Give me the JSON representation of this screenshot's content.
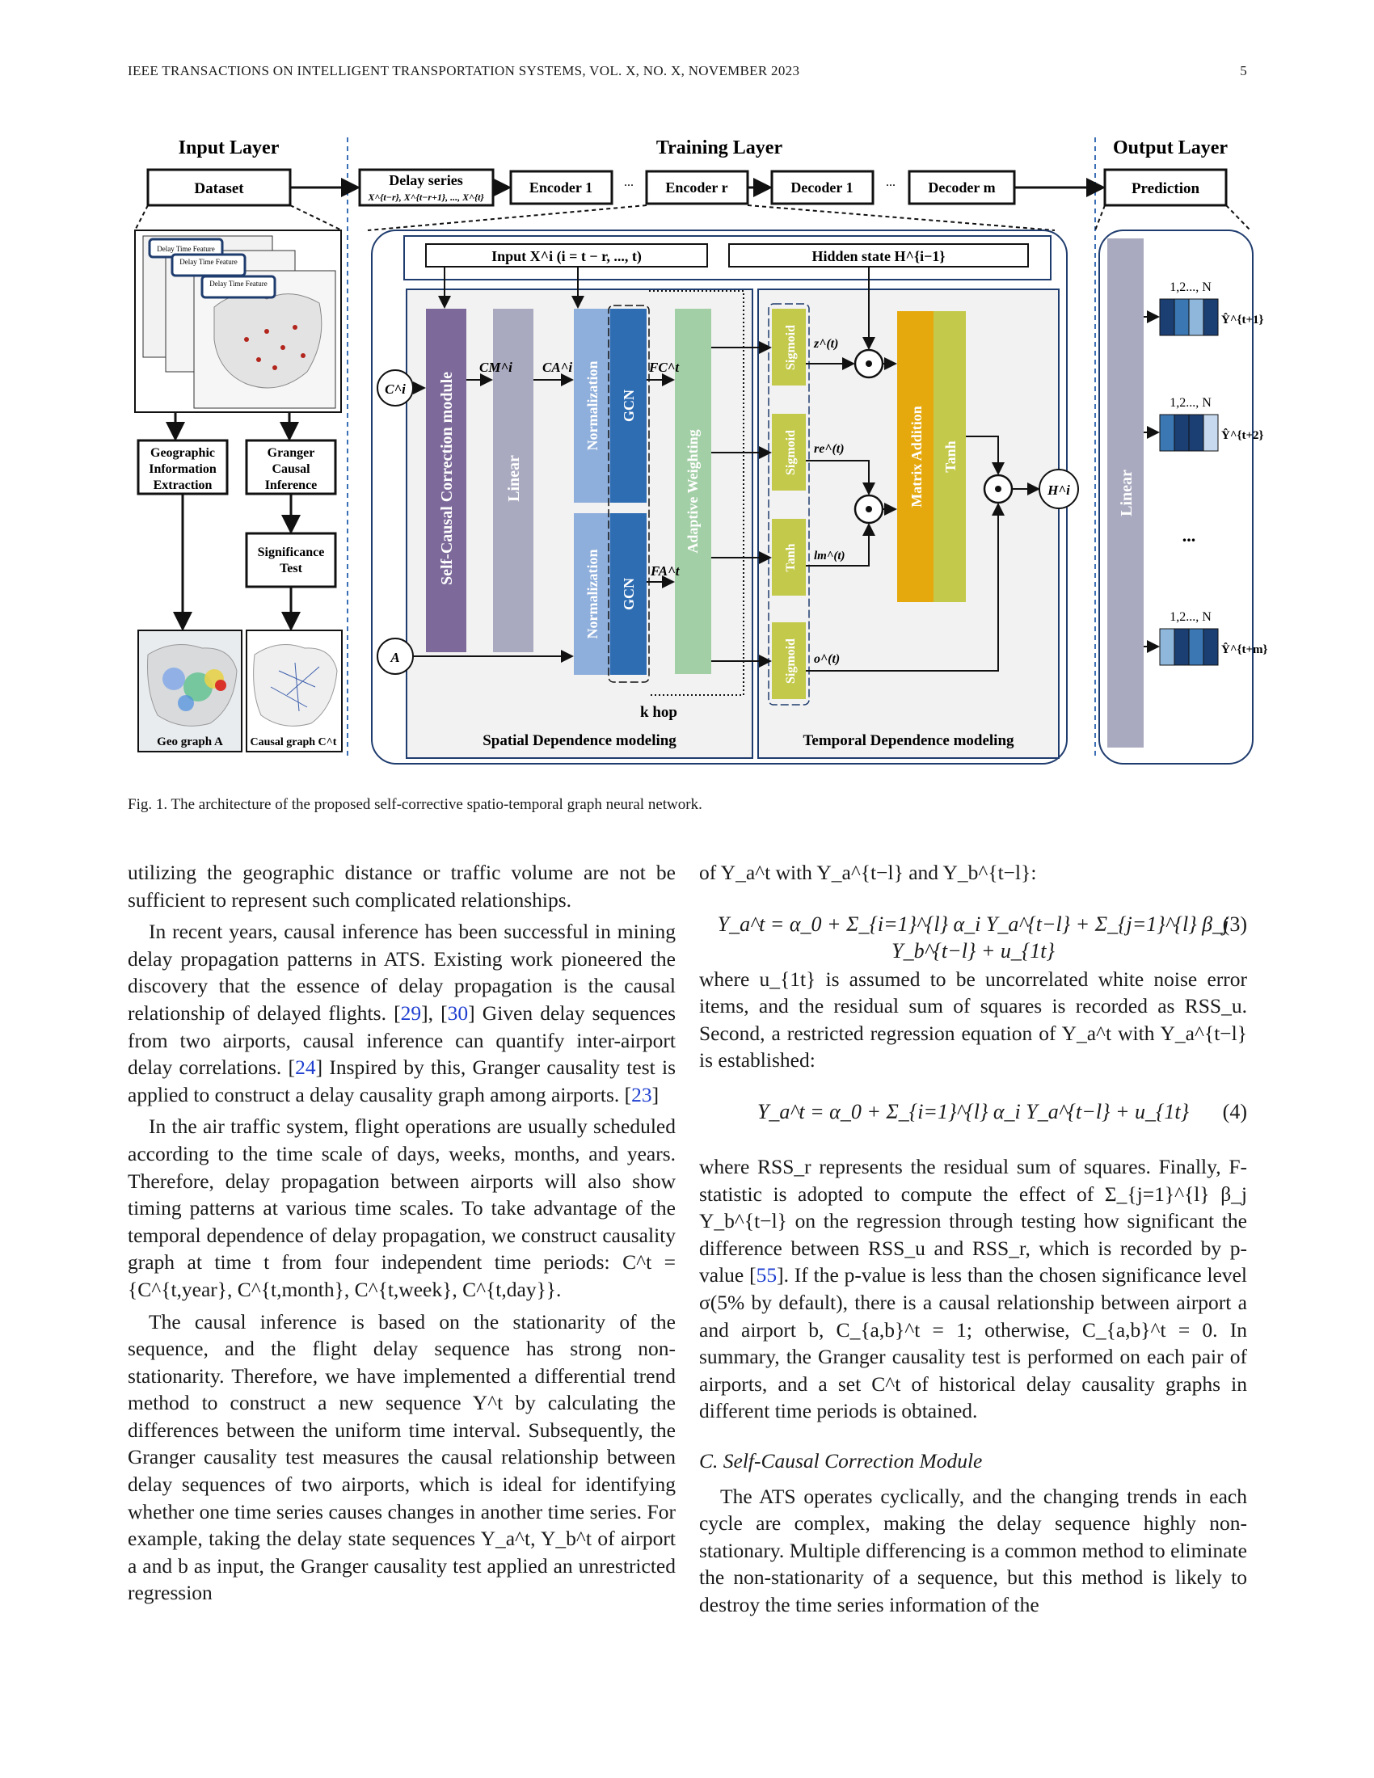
{
  "header": {
    "journal": "IEEE TRANSACTIONS ON INTELLIGENT TRANSPORTATION SYSTEMS, VOL. X, NO. X, NOVEMBER 2023",
    "page": "5"
  },
  "figure": {
    "layers": {
      "input": "Input Layer",
      "training": "Training Layer",
      "output": "Output Layer"
    },
    "top_row": {
      "dataset": "Dataset",
      "delay_series": "Delay series",
      "delay_series_sub": "X^{t−r}, X^{t−r+1}, ..., X^{t}",
      "encoder1": "Encoder 1",
      "encoder_r": "Encoder r",
      "decoder1": "Decoder 1",
      "decoder_m": "Decoder m",
      "prediction": "Prediction",
      "dots": "..."
    },
    "map_label": "Delay Time Feature",
    "input_flow": {
      "geo": [
        "Geographic",
        "Information",
        "Extraction"
      ],
      "granger": [
        "Granger",
        "Causal",
        "Inference"
      ],
      "sig": [
        "Significance",
        "Test"
      ],
      "geo_graph": "Geo graph A",
      "causal_graph": "Causal graph C^t"
    },
    "cell": {
      "input_label": "Input X^i (i = t − r, ..., t)",
      "hidden_label": "Hidden state H^{i−1}",
      "ci": "C^i",
      "a": "A",
      "hi": "H^i",
      "self_causal": "Self-Causal Correction module",
      "linear": "Linear",
      "cm": "CM^i",
      "ca": "CA^i",
      "fc": "FC^t",
      "fa": "FA^t",
      "normalization": "Normalization",
      "gcn": "GCN",
      "adaptive": "Adaptive Weighting",
      "khop": "k hop",
      "sigmoid": "Sigmoid",
      "tanh": "Tanh",
      "z": "z^(t)",
      "re": "re^(t)",
      "lm": "lm^(t)",
      "o": "o^(t)",
      "matrix_add": "Matrix Addition",
      "spatial": "Spatial Dependence modeling",
      "temporal": "Temporal Dependence modeling"
    },
    "output": {
      "linear": "Linear",
      "nodes": "1,2..., N",
      "y1": "Ŷ^{t+1}",
      "y2": "Ŷ^{t+2}",
      "ym": "Ŷ^{t+m}",
      "dots": "..."
    },
    "caption": "Fig. 1.  The architecture of the proposed self-corrective spatio-temporal graph neural network."
  },
  "left_col": {
    "p1": "utilizing the geographic distance or traffic volume are not be sufficient to represent such complicated relationships.",
    "p2a": "In recent years, causal inference has been successful in mining delay propagation patterns in ATS. Existing work pioneered the discovery that the essence of delay propagation is the causal relationship of delayed flights. [",
    "r29": "29",
    "r30": "30",
    "r24": "24",
    "r23": "23",
    "p2b": "] Given delay sequences from two airports, causal inference can quantify inter-airport delay correlations. [",
    "p2c": "] Inspired by this, Granger causality test is applied to construct a delay causality graph among airports. [",
    "p3": "In the air traffic system, flight operations are usually scheduled according to the time scale of days, weeks, months, and years. Therefore, delay propagation between airports will also show timing patterns at various time scales. To take advantage of the temporal dependence of delay propagation, we construct causality graph at time t from four independent time periods: C^t = {C^{t,year}, C^{t,month}, C^{t,week}, C^{t,day}}.",
    "p4": "The causal inference is based on the stationarity of the sequence, and the flight delay sequence has strong non-stationarity. Therefore, we have implemented a differential trend method to construct a new sequence Y^t by calculating the differences between the uniform time interval. Subsequently, the Granger causality test measures the causal relationship between delay sequences of two airports, which is ideal for identifying whether one time series causes changes in another time series. For example, taking the delay state sequences Y_a^t, Y_b^t of airport a and b as input, the Granger causality test applied an unrestricted regression"
  },
  "right_col": {
    "p1": "of Y_a^t with Y_a^{t−l} and Y_b^{t−l}:",
    "eq3": "Y_a^t = α_0 + Σ_{i=1}^{l} α_i Y_a^{t−l} + Σ_{j=1}^{l} β_j Y_b^{t−l} + u_{1t}",
    "eq3_num": "(3)",
    "p2": "where u_{1t} is assumed to be uncorrelated white noise error items, and the residual sum of squares is recorded as RSS_u. Second, a restricted regression equation of Y_a^t with Y_a^{t−l} is established:",
    "eq4": "Y_a^t = α_0 + Σ_{i=1}^{l} α_i Y_a^{t−l} + u_{1t}",
    "eq4_num": "(4)",
    "p3a": "where RSS_r represents the residual sum of squares. Finally, F-statistic is adopted to compute the effect of Σ_{j=1}^{l} β_j Y_b^{t−l} on the regression through testing how significant the difference between RSS_u and RSS_r, which is recorded by p-value [",
    "r55": "55",
    "p3b": "]. If the p-value is less than the chosen significance level σ(5% by default), there is a causal relationship between airport a and airport b, C_{a,b}^t = 1; otherwise, C_{a,b}^t = 0. In summary, the Granger causality test is performed on each pair of airports, and a set C^t of historical delay causality graphs in different time periods is obtained.",
    "section": "C.  Self-Causal Correction Module",
    "p4": "The ATS operates cyclically, and the changing trends in each cycle are complex, making the delay sequence highly non-stationary. Multiple differencing is a common method to eliminate the non-stationarity of a sequence, but this method is likely to destroy the time series information of the"
  },
  "colors": {
    "purple": "#7d6a9a",
    "gray_bar": "#a9aabf",
    "norm_blue": "#8eaedb",
    "gcn_blue": "#2f6db3",
    "green": "#a3cfa6",
    "yellow_green": "#c3c94a",
    "orange": "#e5a90e",
    "heat1": "#1c3f73",
    "heat2": "#3a77b3",
    "heat3": "#8fb7dc"
  }
}
